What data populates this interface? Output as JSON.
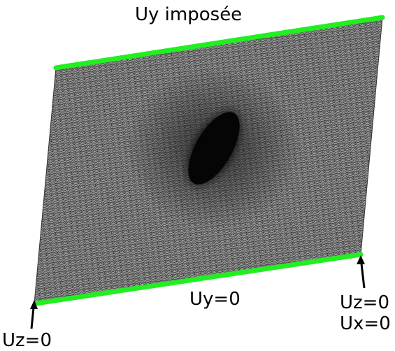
{
  "labels": {
    "top": "Uy imposée",
    "bottom": "Uy=0",
    "bottom_right_z": "Uz=0",
    "bottom_right_x": "Ux=0",
    "bottom_left_z": "Uz=0"
  },
  "colors": {
    "boundary": "#22ee22",
    "mesh_fill": "#9a9a9a",
    "mesh_lines": "#222222",
    "refined_region": "#050505",
    "text": "#000000"
  }
}
